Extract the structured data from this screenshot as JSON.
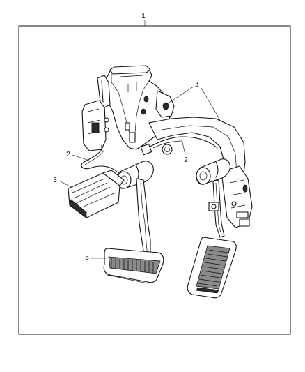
{
  "callouts": {
    "c1": "1",
    "c2a": "2",
    "c2b": "2",
    "c3": "3",
    "c4": "4",
    "c5": "5"
  },
  "colors": {
    "line": "#111111",
    "background": "#ffffff",
    "shading": "#2b2b2b"
  }
}
